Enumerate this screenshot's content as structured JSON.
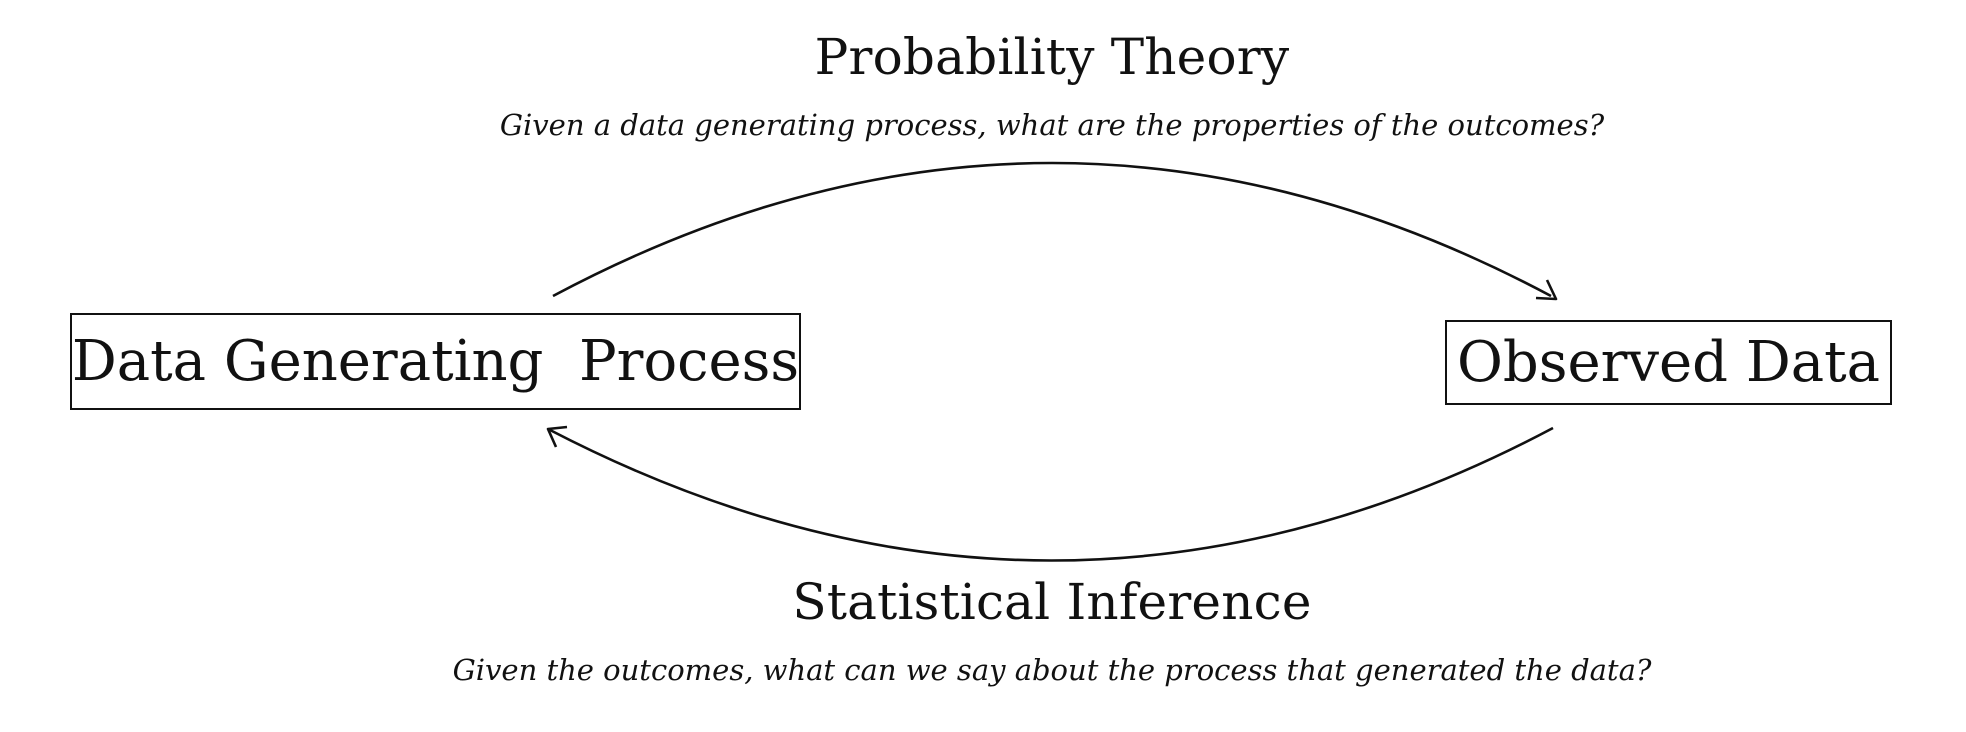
{
  "top": {
    "title": "Probability Theory",
    "caption": "Given a data generating process, what are the properties of the outcomes?"
  },
  "bottom": {
    "title": "Statistical Inference",
    "caption": "Given the outcomes, what can we say about the process that generated the data?"
  },
  "nodes": {
    "left": "Data Generating  Process",
    "right": "Observed Data"
  }
}
